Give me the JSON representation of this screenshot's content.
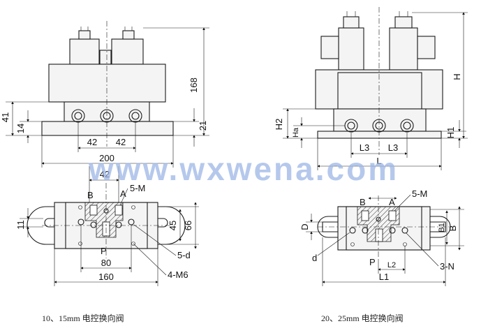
{
  "watermark": "www.wxwena.com",
  "captions": {
    "left": "10、15mm 电控换向阀",
    "right": "20、25mm 电控换向阀"
  },
  "left_front": {
    "height_overall": "168",
    "height_41": "41",
    "height_14": "14",
    "height_21": "21",
    "spacing_left": "42",
    "spacing_right": "42",
    "width": "200"
  },
  "left_top": {
    "spacing": "42",
    "port_b": "B",
    "port_a": "A",
    "ports_5m": "5-M",
    "slot": "11",
    "height_45": "45",
    "height_66": "66",
    "holes_5d": "5-d",
    "port_p": "P",
    "spacing_80": "80",
    "mount_holes": "4-M6",
    "length_160": "160"
  },
  "right_front": {
    "height_h": "H",
    "height_h2": "H2",
    "height_ha": "Ha",
    "height_h1": "H1",
    "spacing_l3_left": "L3",
    "spacing_l3_right": "L3",
    "length_l": "L"
  },
  "right_top": {
    "port_b": "B",
    "port_a": "A",
    "ports_5m": "5-M",
    "slot_d": "D",
    "width_b1": "B1",
    "width_b": "B",
    "dia_d": "d",
    "port_p": "P",
    "spacing_l2": "L2",
    "mount_3n": "3-N",
    "length_l1": "L1"
  }
}
